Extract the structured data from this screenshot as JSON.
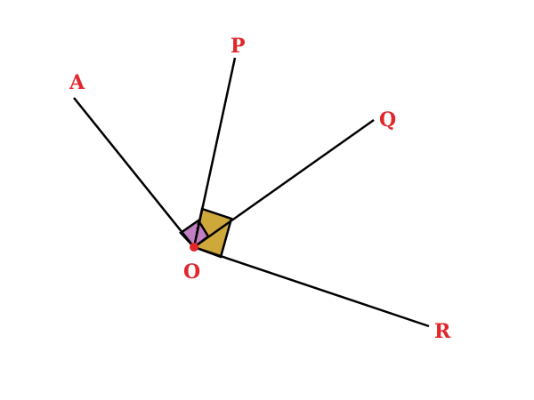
{
  "labels": {
    "A": "A",
    "P": "P",
    "Q": "Q",
    "R": "R",
    "O": "O"
  },
  "colors": {
    "line": "#000000",
    "label": "#e0262b",
    "purple": "#c07fc0",
    "gold": "#cfa83c",
    "point": "#e0262b"
  }
}
